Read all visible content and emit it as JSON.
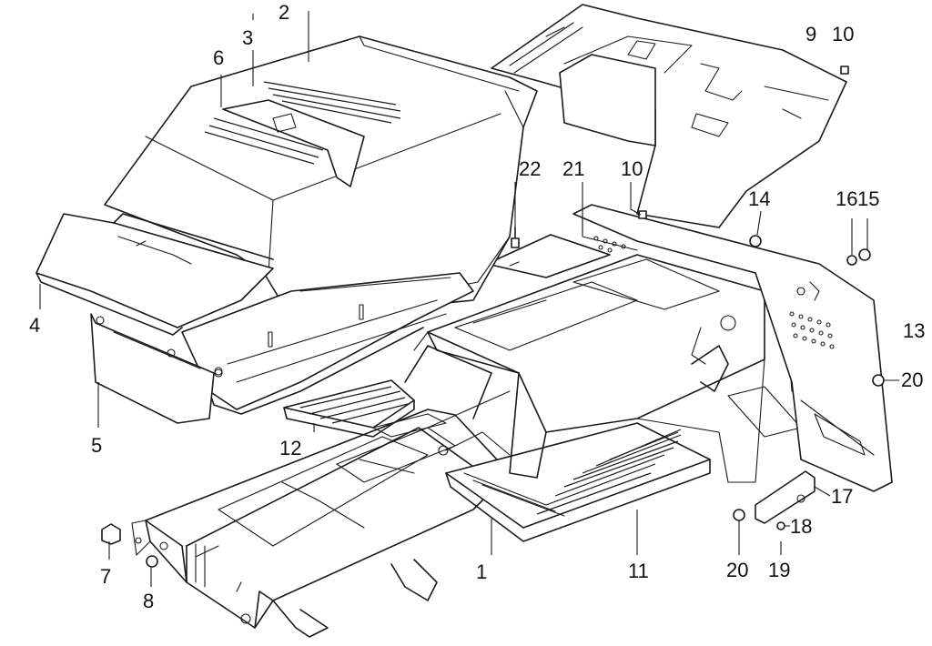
{
  "callouts": [
    {
      "id": "c1",
      "text": "1"
    },
    {
      "id": "c2",
      "text": "2"
    },
    {
      "id": "c3",
      "text": "3"
    },
    {
      "id": "c4",
      "text": "4"
    },
    {
      "id": "c5",
      "text": "5"
    },
    {
      "id": "c6",
      "text": "6"
    },
    {
      "id": "c7",
      "text": "7"
    },
    {
      "id": "c8",
      "text": "8"
    },
    {
      "id": "c9",
      "text": "9"
    },
    {
      "id": "c10a",
      "text": "10"
    },
    {
      "id": "c10b",
      "text": "10"
    },
    {
      "id": "c11",
      "text": "11"
    },
    {
      "id": "c12",
      "text": "12"
    },
    {
      "id": "c13",
      "text": "13"
    },
    {
      "id": "c14",
      "text": "14"
    },
    {
      "id": "c15",
      "text": "15"
    },
    {
      "id": "c16",
      "text": "16"
    },
    {
      "id": "c17",
      "text": "17"
    },
    {
      "id": "c18",
      "text": "18"
    },
    {
      "id": "c19",
      "text": "19"
    },
    {
      "id": "c20a",
      "text": "20"
    },
    {
      "id": "c20b",
      "text": "20"
    },
    {
      "id": "c21",
      "text": "21"
    },
    {
      "id": "c22",
      "text": "22"
    }
  ]
}
